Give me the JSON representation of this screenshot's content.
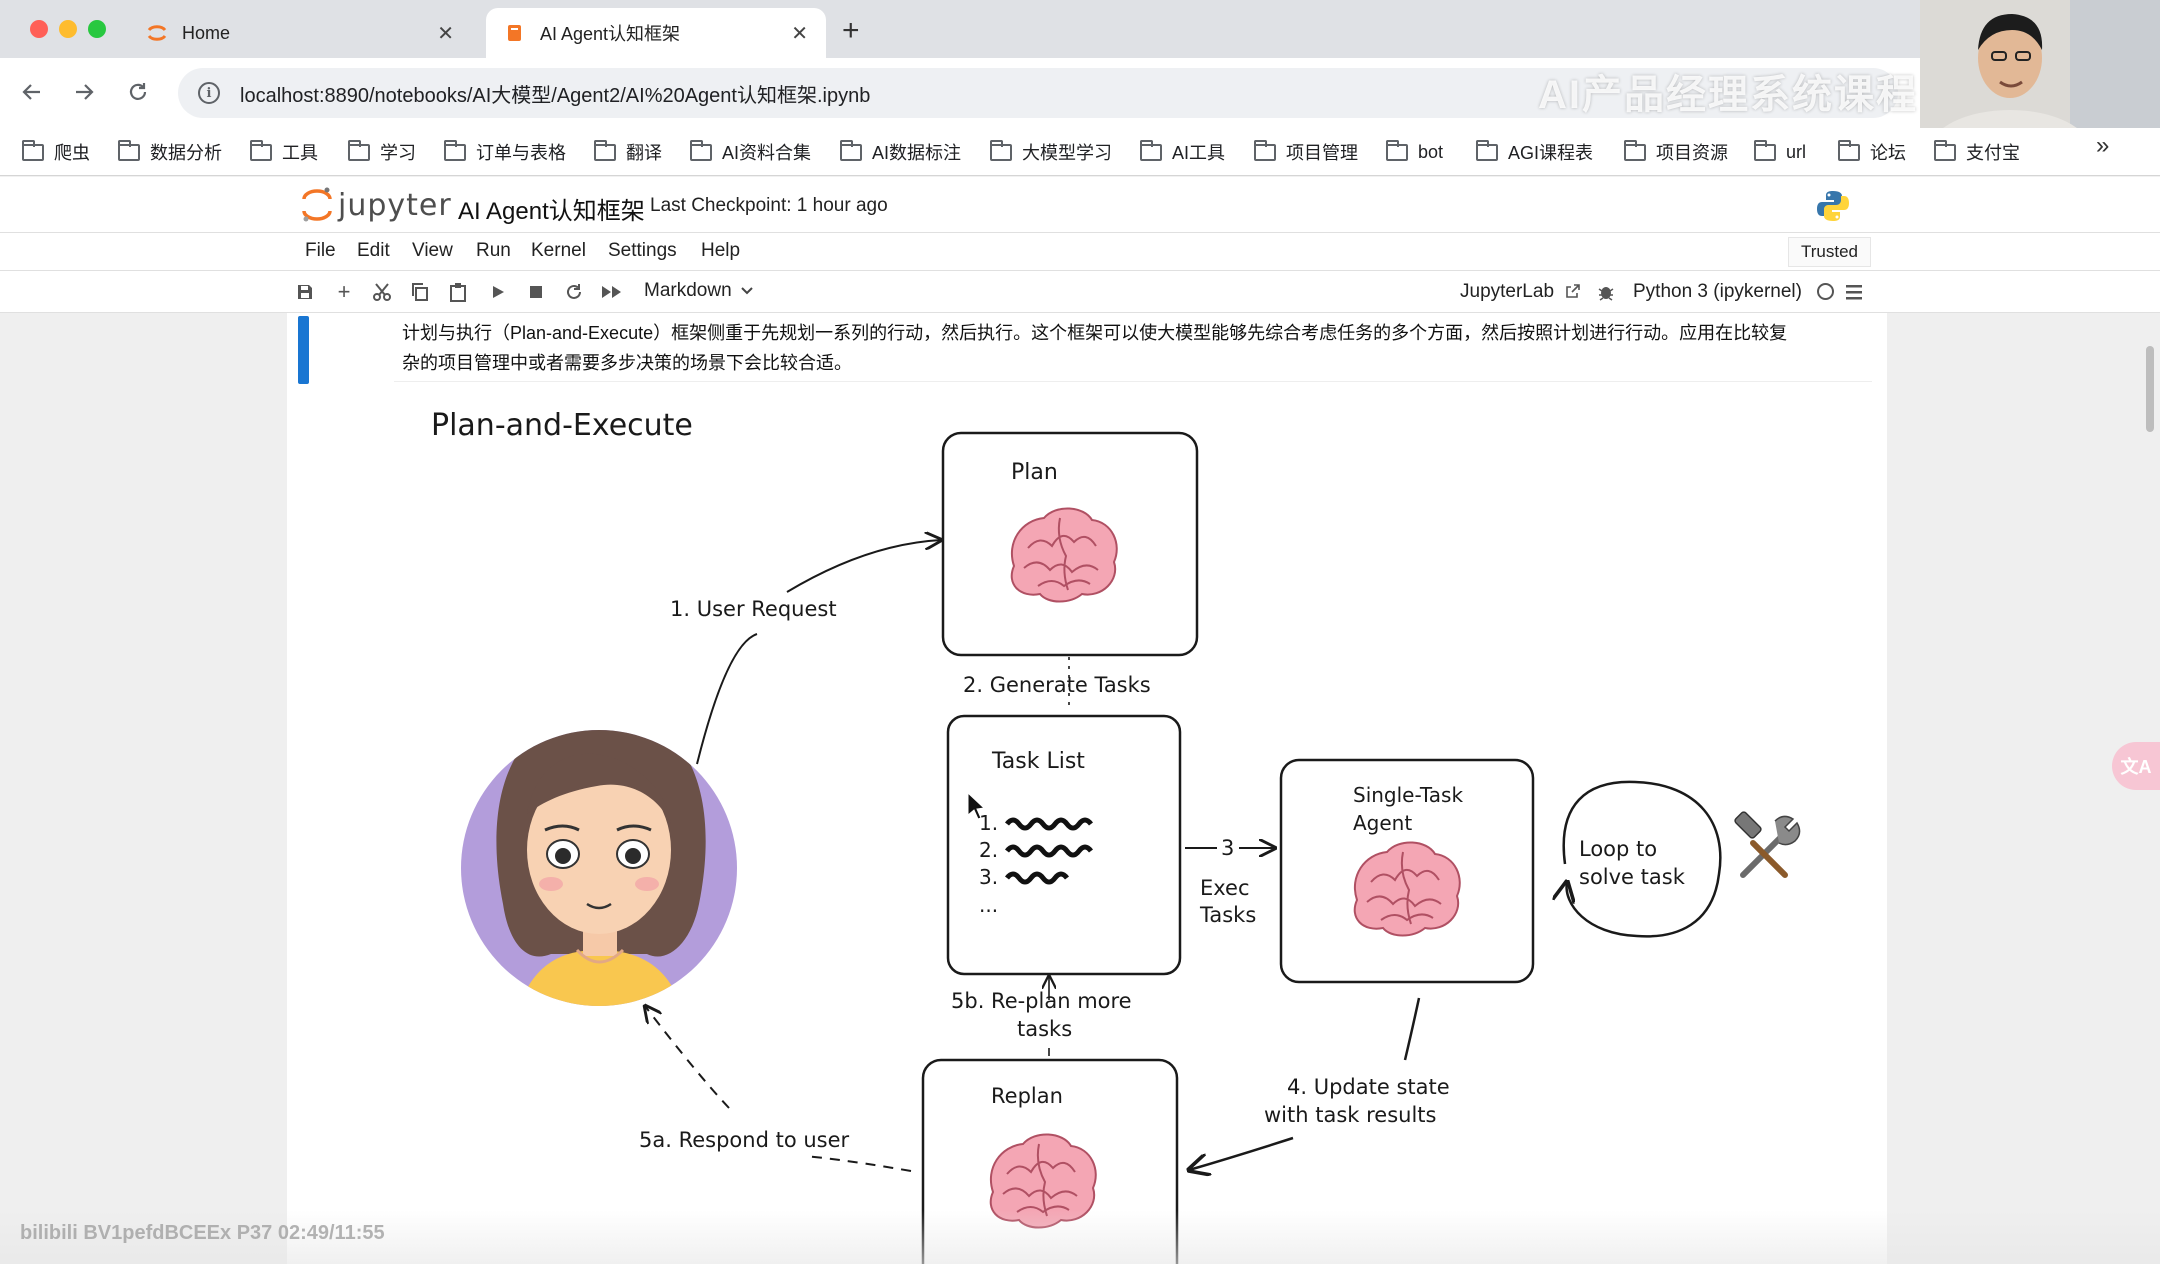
{
  "browser": {
    "tabs": [
      {
        "title": "Home",
        "active": false
      },
      {
        "title": "AI Agent认知框架",
        "active": true
      }
    ],
    "url_host": "localhost",
    "url_rest": ":8890/notebooks/AI大模型/Agent2/AI%20Agent认知框架.ipynb",
    "overlay_watermark": "AI产品经理系统课程",
    "bookmarks": [
      "爬虫",
      "数据分析",
      "工具",
      "学习",
      "订单与表格",
      "翻译",
      "AI资料合集",
      "AI数据标注",
      "大模型学习",
      "AI工具",
      "项目管理",
      "bot",
      "AGI课程表",
      "项目资源",
      "url",
      "论坛",
      "支付宝"
    ],
    "more_bookmarks": "»"
  },
  "jupyter": {
    "logo_text": "jupyter",
    "notebook_title": "AI Agent认知框架",
    "checkpoint": "Last Checkpoint: 1 hour ago",
    "menu": [
      "File",
      "Edit",
      "View",
      "Run",
      "Kernel",
      "Settings",
      "Help"
    ],
    "trusted": "Trusted",
    "cell_type": "Markdown",
    "jupyterlab_link": "JupyterLab",
    "kernel_name": "Python 3 (ipykernel)"
  },
  "cell": {
    "line1": "计划与执行（Plan-and-Execute）框架侧重于先规划一系列的行动，然后执行。这个框架可以使大模型能够先综合考虑任务的多个方面，然后按照计划进行行动。应用在比较复",
    "line2": "杂的项目管理中或者需要多步决策的场景下会比较合适。"
  },
  "diagram": {
    "title": "Plan-and-Execute",
    "plan_label": "Plan",
    "task_list_label": "Task List",
    "task_items": [
      "1.",
      "2.",
      "3.",
      "..."
    ],
    "single_task_label_1": "Single-Task",
    "single_task_label_2": "Agent",
    "loop_label_1": "Loop to",
    "loop_label_2": "solve task",
    "replan_label": "Replan",
    "edge_user_request": "1. User Request",
    "edge_generate_tasks": "2. Generate Tasks",
    "edge_exec_num": "3",
    "edge_exec_1": "Exec",
    "edge_exec_2": "Tasks",
    "edge_update_1": "4. Update state",
    "edge_update_2": "with task results",
    "edge_replan_1": "5b. Re-plan more",
    "edge_replan_2": "tasks",
    "edge_respond": "5a. Respond to user"
  },
  "video": {
    "bottom_watermark": "bilibili BV1pefdBCEEx P37 02:49/11:55"
  },
  "colors": {
    "accent_blue": "#1976d2",
    "jupyter_orange": "#f37626",
    "brain_pink": "#f4a6b4",
    "avatar_purple": "#b39ddb",
    "avatar_shirt": "#f9c74f"
  }
}
